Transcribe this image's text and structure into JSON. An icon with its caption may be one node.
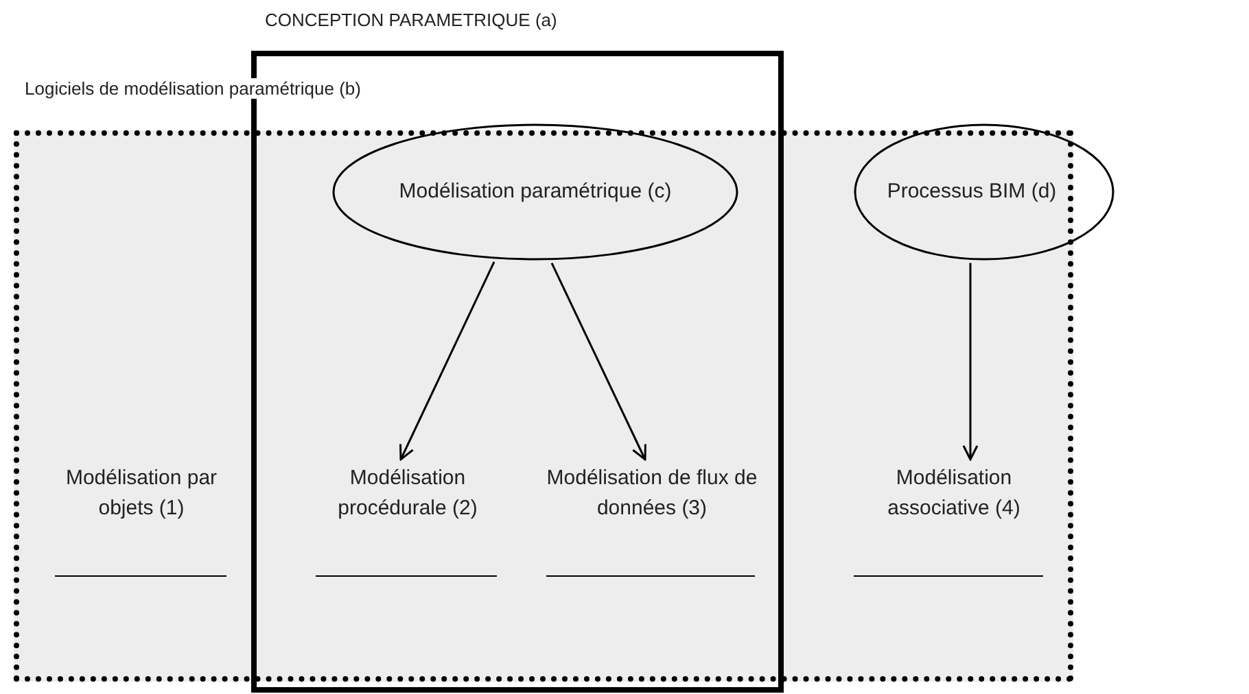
{
  "diagram": {
    "nodes": [
      {
        "text": [
          "CONCEPTION PARAMETRIQUE (a)"
        ]
      },
      {
        "text": [
          "Logiciels de modélisation paramétrique (b)"
        ]
      },
      {
        "text": [
          "Modélisation paramétrique (c)"
        ],
        "in": 0
      },
      {
        "text": [
          "Processus BIM (d)"
        ]
      },
      {
        "text": [
          "Modélisation par objets (1)"
        ],
        "in": 1
      },
      {
        "text": [
          "Modélisation procédurale (2)"
        ],
        "in": 0
      },
      {
        "text": [
          "Modélisation de flux de données (3)"
        ],
        "in": 0
      },
      {
        "text": [
          "Modélisation associative (4)"
        ],
        "in": 1
      }
    ],
    "edges": [
      {
        "from": 2,
        "to": 5,
        "arrow": "to"
      },
      {
        "from": 2,
        "to": 6,
        "arrow": "to"
      },
      {
        "from": 3,
        "to": 7,
        "arrow": "to"
      }
    ]
  }
}
